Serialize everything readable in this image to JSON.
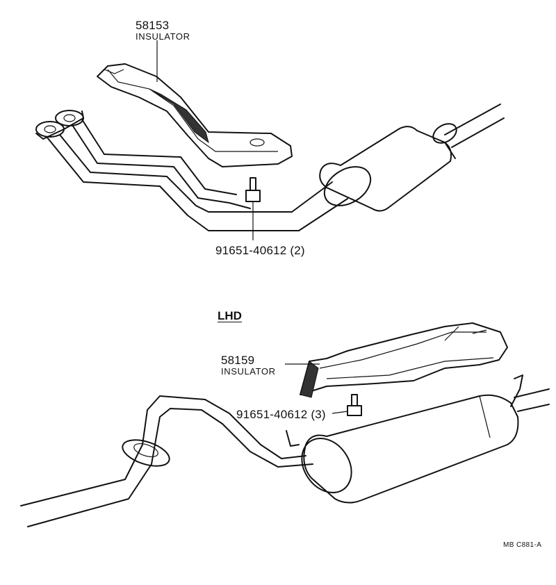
{
  "upper": {
    "insulator_part_no": "58153",
    "insulator_name": "INSULATOR",
    "bolt_label": "91651-40612 (2)"
  },
  "lower": {
    "section_title": "LHD",
    "insulator_part_no": "58159",
    "insulator_name": "INSULATOR",
    "bolt_label": "91651-40612 (3)"
  },
  "footer": {
    "drawing_code": "MB  C881-A"
  }
}
